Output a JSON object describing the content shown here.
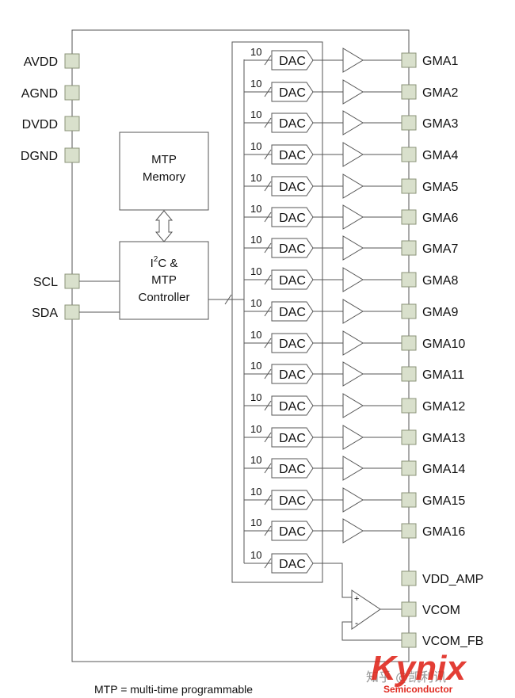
{
  "left_pins": [
    "AVDD",
    "AGND",
    "DVDD",
    "DGND",
    "SCL",
    "SDA"
  ],
  "mtp_block": {
    "line1": "MTP",
    "line2": "Memory"
  },
  "controller_block": {
    "line1_pre": "I",
    "line1_sup": "2",
    "line1_post": "C &",
    "line2": "MTP",
    "line3": "Controller"
  },
  "dac_label": "DAC",
  "bus_width": "10",
  "gamma_pins": [
    "GMA1",
    "GMA2",
    "GMA3",
    "GMA4",
    "GMA5",
    "GMA6",
    "GMA7",
    "GMA8",
    "GMA9",
    "GMA10",
    "GMA11",
    "GMA12",
    "GMA13",
    "GMA14",
    "GMA15",
    "GMA16"
  ],
  "vcom_pins": [
    "VDD_AMP",
    "VCOM",
    "VCOM_FB"
  ],
  "opamp_signs": {
    "plus": "+",
    "minus": "-"
  },
  "footnote": "MTP = multi-time programmable",
  "watermark": {
    "text": "知乎 @凯利讯",
    "logo": "Kynix",
    "sub": "Semiconductor"
  },
  "colors": {
    "pin_fill": "#d9e0cc",
    "pin_stroke": "#8b9378",
    "line": "#555555",
    "logo_red": "#e02a20"
  }
}
